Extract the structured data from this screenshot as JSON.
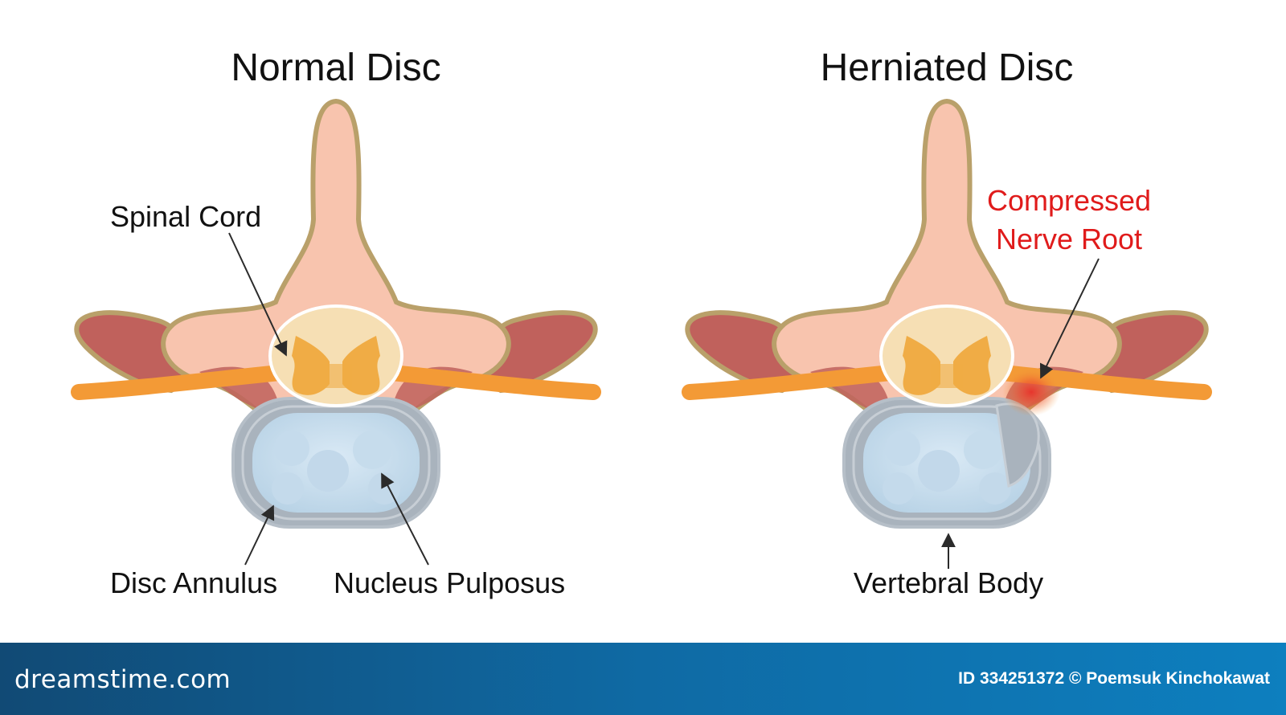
{
  "panels": [
    {
      "title": "Normal Disc",
      "labels": [
        "Spinal Cord",
        "Disc Annulus",
        "Nucleus Pulposus"
      ]
    },
    {
      "title": "Herniated Disc",
      "labels": [
        "Compressed",
        "Nerve Root",
        "Vertebral Body"
      ]
    }
  ],
  "colors": {
    "bone": "#f8c4ae",
    "bone_outline": "#b9a06a",
    "muscle": "#c0615c",
    "nerve": "#f39a36",
    "cord_fill": "#f6dfb4",
    "cord_grey_matter": "#f0ac45",
    "disc_annulus": "#a9b3bd",
    "disc_nucleus": "#cfe2f0",
    "compression": "#e8322a",
    "warning_text": "#e01b1b",
    "footer": "#0f6aa4"
  },
  "footer": {
    "brand": "dreamstime.com",
    "credit": "ID 334251372 © Poemsuk Kinchokawat"
  }
}
